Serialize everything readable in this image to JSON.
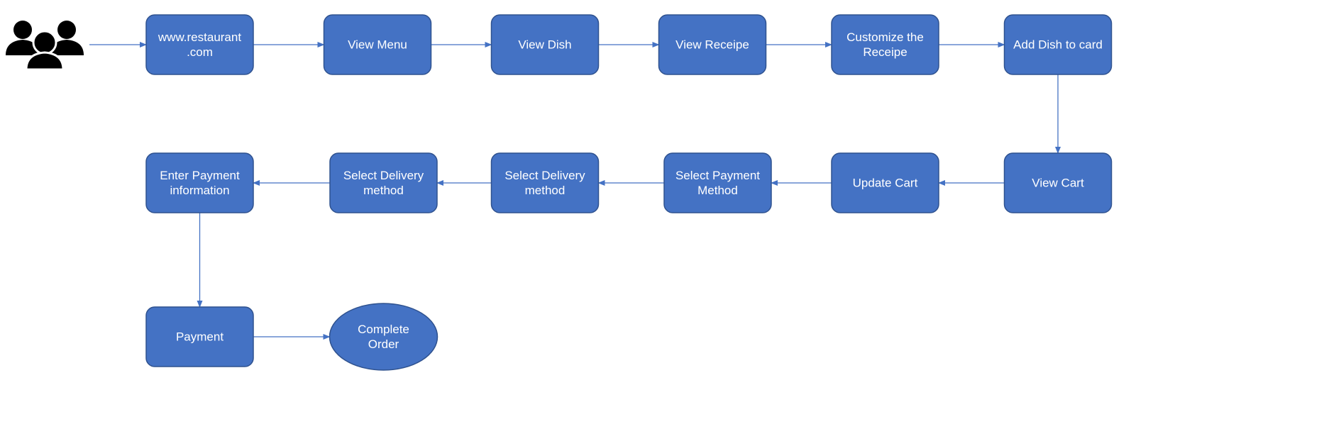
{
  "colors": {
    "node_fill": "#4472c4",
    "node_stroke": "#2f528f",
    "connector": "#4472c4",
    "label_text": "#ffffff",
    "icon": "#000000"
  },
  "icon": {
    "name": "users-group-icon"
  },
  "nodes": [
    {
      "id": "website",
      "shape": "rounded-rect",
      "lines": [
        "www.restaurant",
        ".com"
      ]
    },
    {
      "id": "view-menu",
      "shape": "rounded-rect",
      "lines": [
        "View Menu"
      ]
    },
    {
      "id": "view-dish",
      "shape": "rounded-rect",
      "lines": [
        "View Dish"
      ]
    },
    {
      "id": "view-receipe",
      "shape": "rounded-rect",
      "lines": [
        "View Receipe"
      ]
    },
    {
      "id": "customize-receipe",
      "shape": "rounded-rect",
      "lines": [
        "Customize the",
        "Receipe"
      ]
    },
    {
      "id": "add-dish",
      "shape": "rounded-rect",
      "lines": [
        "Add Dish to card"
      ]
    },
    {
      "id": "view-cart",
      "shape": "rounded-rect",
      "lines": [
        "View Cart"
      ]
    },
    {
      "id": "update-cart",
      "shape": "rounded-rect",
      "lines": [
        "Update Cart"
      ]
    },
    {
      "id": "select-payment-method",
      "shape": "rounded-rect",
      "lines": [
        "Select Payment",
        "Method"
      ]
    },
    {
      "id": "select-delivery-method-1",
      "shape": "rounded-rect",
      "lines": [
        "Select Delivery",
        "method"
      ]
    },
    {
      "id": "select-delivery-method-2",
      "shape": "rounded-rect",
      "lines": [
        "Select Delivery",
        "method"
      ]
    },
    {
      "id": "enter-payment-info",
      "shape": "rounded-rect",
      "lines": [
        "Enter Payment",
        "information"
      ]
    },
    {
      "id": "payment",
      "shape": "rounded-rect",
      "lines": [
        "Payment"
      ]
    },
    {
      "id": "complete-order",
      "shape": "ellipse",
      "lines": [
        "Complete",
        "Order"
      ]
    }
  ],
  "edges": [
    {
      "from": "users",
      "to": "website"
    },
    {
      "from": "website",
      "to": "view-menu"
    },
    {
      "from": "view-menu",
      "to": "view-dish"
    },
    {
      "from": "view-dish",
      "to": "view-receipe"
    },
    {
      "from": "view-receipe",
      "to": "customize-receipe"
    },
    {
      "from": "customize-receipe",
      "to": "add-dish"
    },
    {
      "from": "add-dish",
      "to": "view-cart"
    },
    {
      "from": "view-cart",
      "to": "update-cart"
    },
    {
      "from": "update-cart",
      "to": "select-payment-method"
    },
    {
      "from": "select-payment-method",
      "to": "select-delivery-method-1"
    },
    {
      "from": "select-delivery-method-1",
      "to": "select-delivery-method-2"
    },
    {
      "from": "select-delivery-method-2",
      "to": "enter-payment-info"
    },
    {
      "from": "enter-payment-info",
      "to": "payment"
    },
    {
      "from": "payment",
      "to": "complete-order"
    }
  ]
}
